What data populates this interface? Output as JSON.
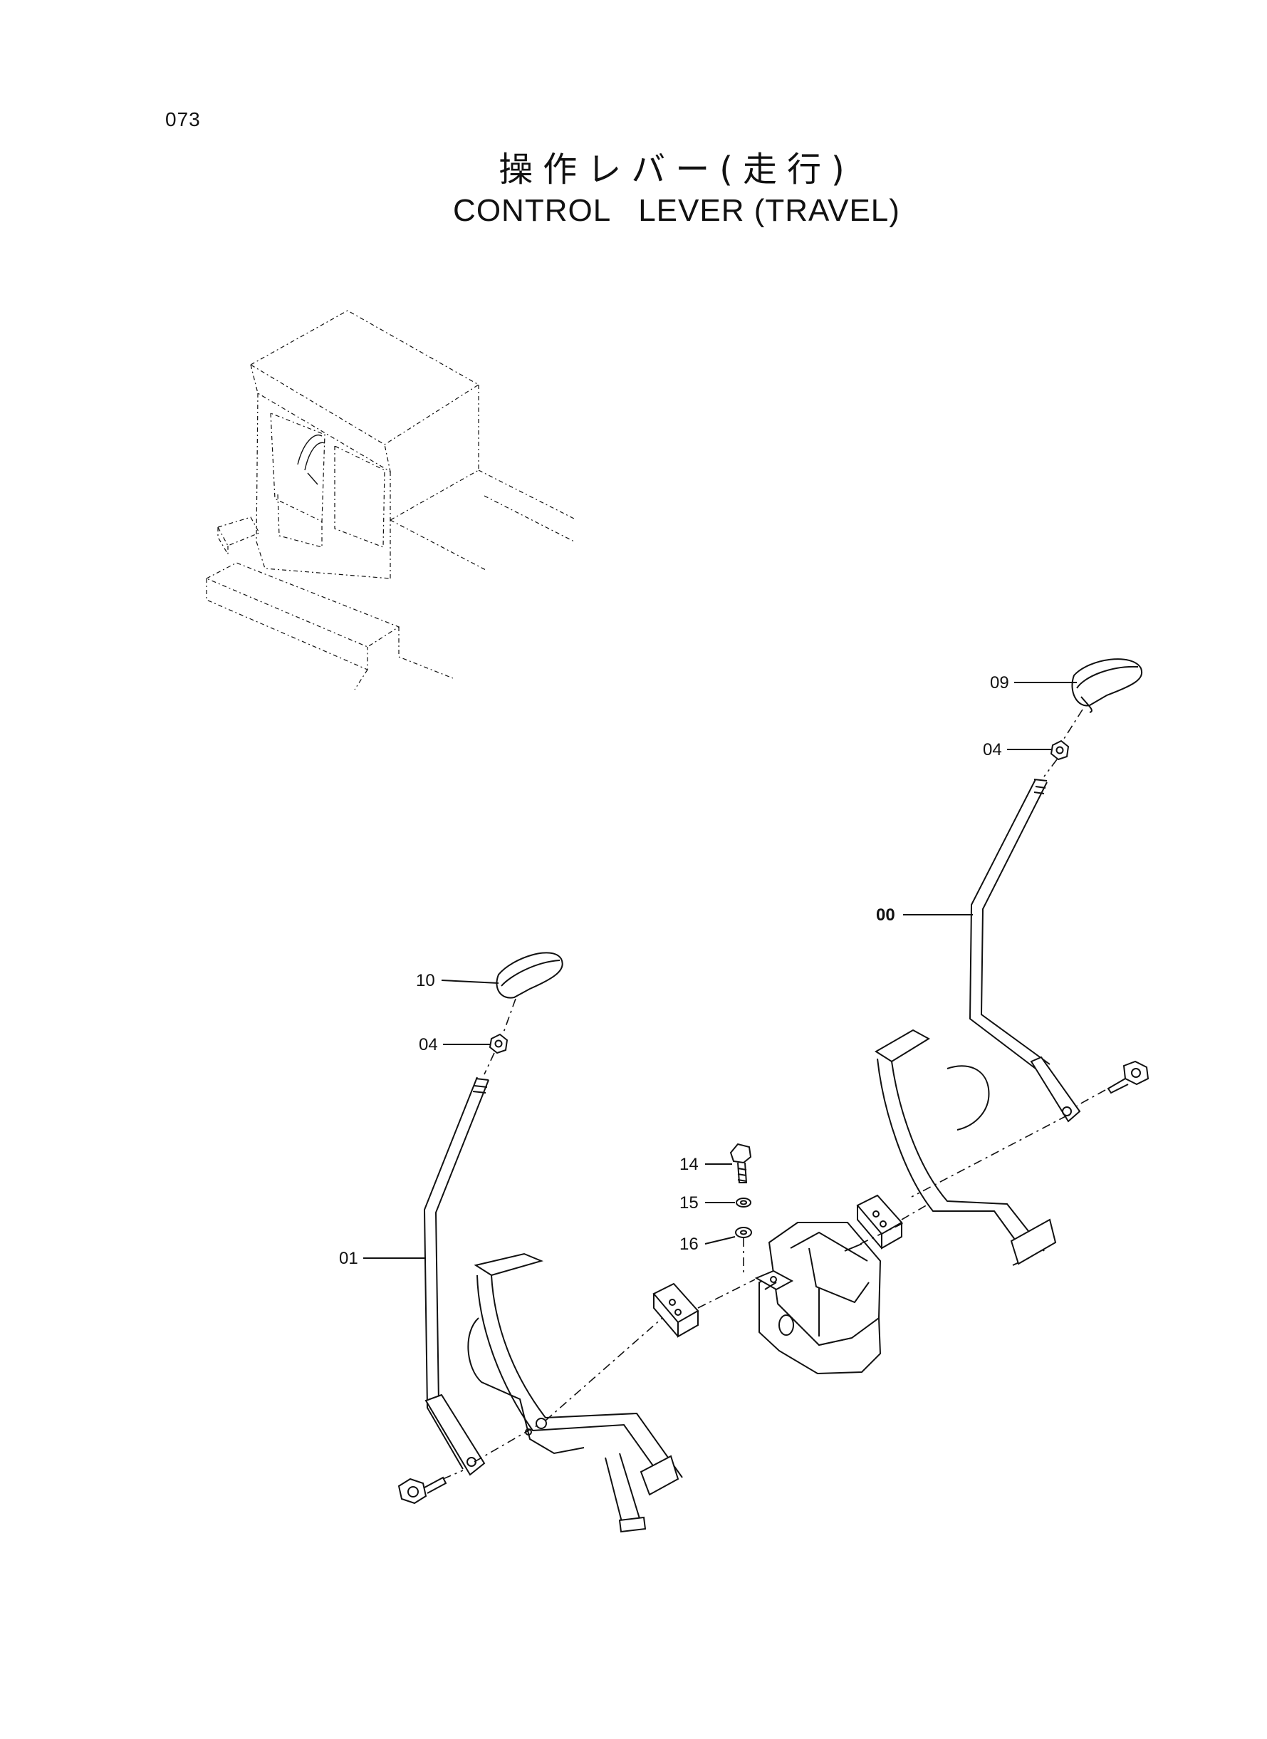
{
  "page": {
    "number": "073",
    "title_jp": "操作レバー(走行)",
    "title_en": "CONTROL   LEVER (TRAVEL)"
  },
  "callouts": {
    "c09": "09",
    "c04_right": "04",
    "c00": "00",
    "c10": "10",
    "c04_left": "04",
    "c14": "14",
    "c15": "15",
    "c16": "16",
    "c01": "01"
  }
}
